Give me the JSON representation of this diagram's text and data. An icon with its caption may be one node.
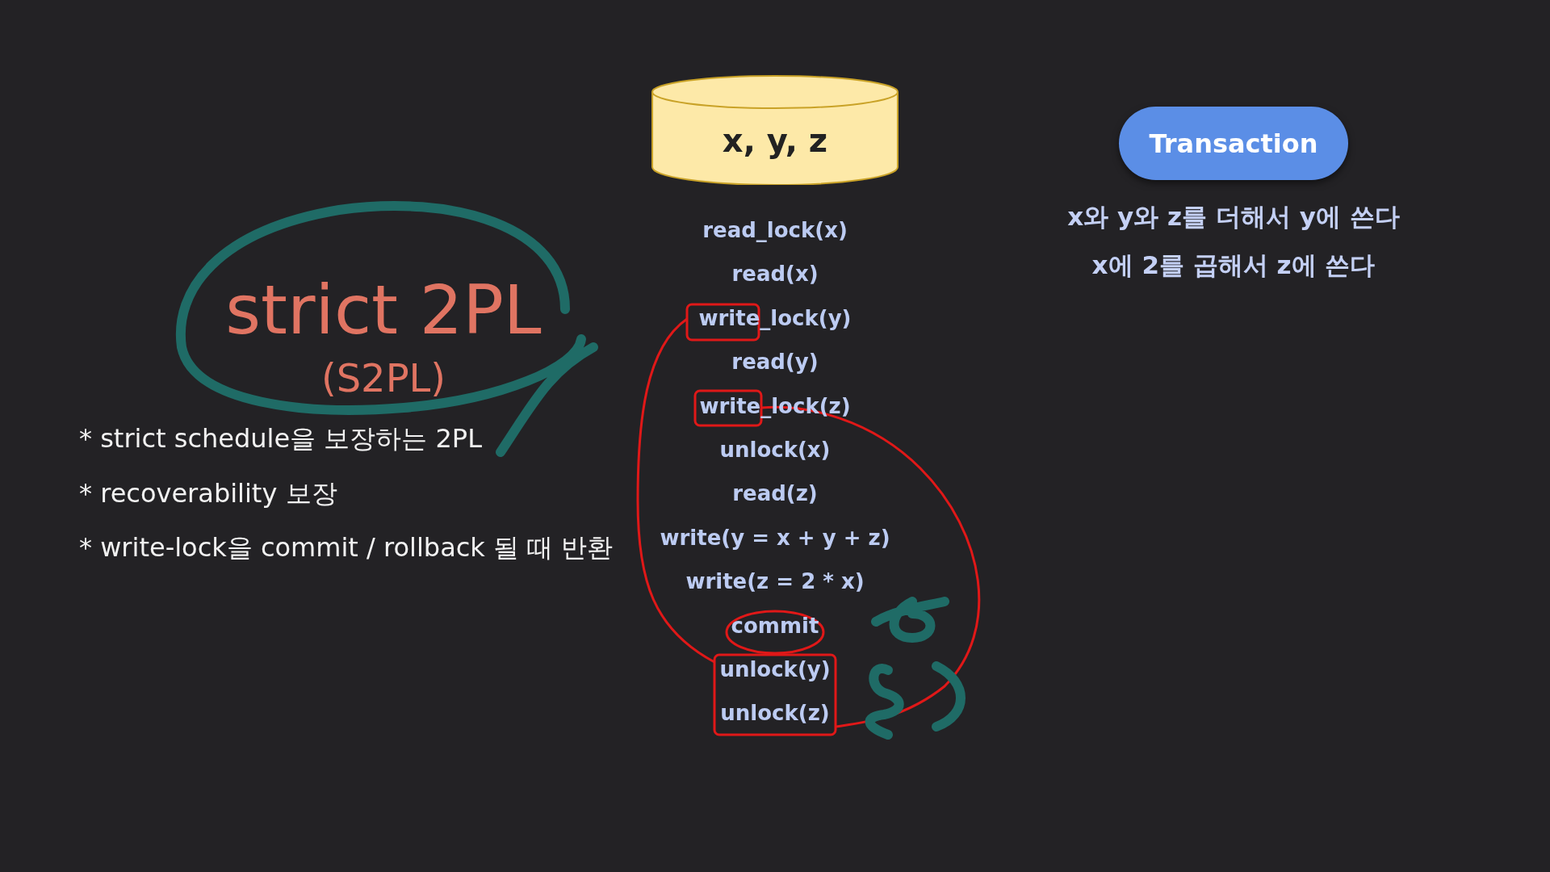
{
  "diagram": {
    "nodes": [
      {
        "text": [
          "x, y, z"
        ]
      },
      {
        "text": [
          "Transaction"
        ]
      }
    ],
    "labels": [
      "strict 2PL",
      "(S2PL)",
      "* strict schedule을 보장하는 2PL",
      "* recoverability 보장",
      "* write-lock을 commit / rollback 될 때 반환",
      "read_lock(x)",
      "read(x)",
      "write_lock(y)",
      "read(y)",
      "write_lock(z)",
      "unlock(x)",
      "read(z)",
      "write(y = x + y + z)",
      "write(z = 2 * x)",
      "commit",
      "unlock(y)",
      "unlock(z)",
      "x와 y와 z를 더해서 y에 쓴다",
      "x에 2를 곱해서 z에 쓴다"
    ]
  }
}
